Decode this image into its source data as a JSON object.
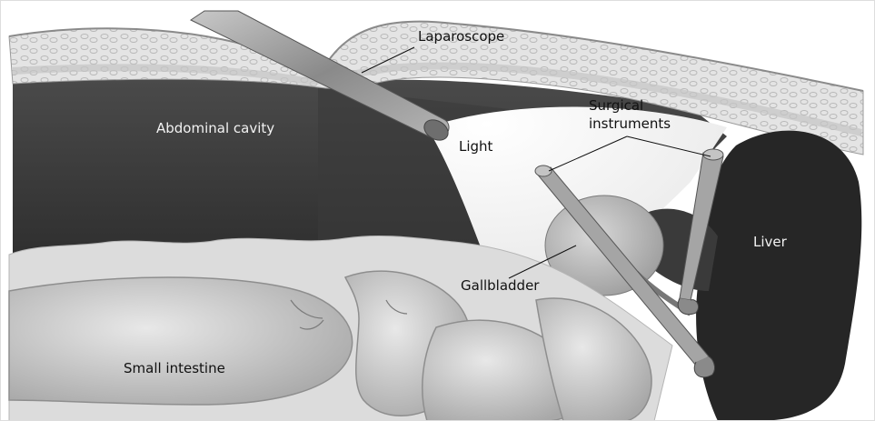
{
  "labels": {
    "laparoscope": "Laparoscope",
    "abdominal_cavity": "Abdominal cavity",
    "light": "Light",
    "surgical_instruments": "Surgical instruments",
    "surgical_line1": "Surgical",
    "surgical_line2": "instruments",
    "liver": "Liver",
    "gallbladder": "Gallbladder",
    "small_intestine": "Small intestine"
  },
  "colors": {
    "cavity": "#3a3a3a",
    "cavity_light": "#5a5a5a",
    "abdominal_wall": "#e6e6e6",
    "liver": "#262626",
    "intestine": "#d4d4d4",
    "instrument": "#9a9a9a",
    "light_beam": "#f7f7f7"
  }
}
